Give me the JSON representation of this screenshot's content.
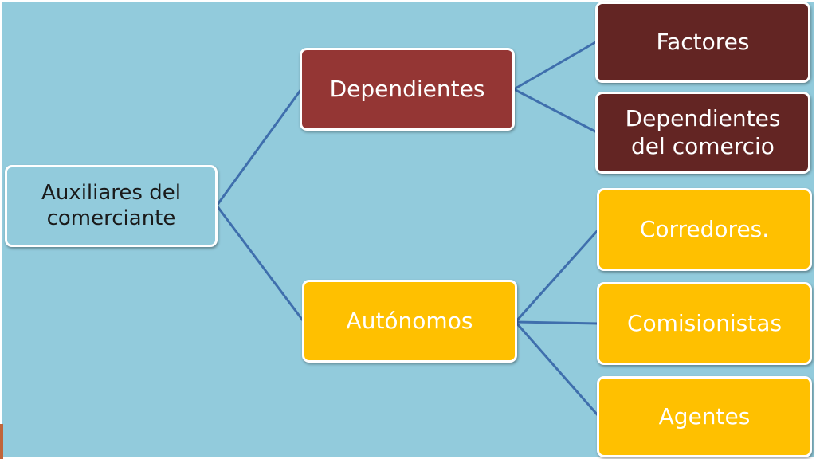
{
  "diagram": {
    "root": {
      "label": "Auxiliares del\ncomerciante"
    },
    "branches": [
      {
        "label": "Dependientes",
        "children": [
          "Factores",
          "Dependientes\ndel comercio"
        ]
      },
      {
        "label": "Autónomos",
        "children": [
          "Corredores.",
          "Comisionistas",
          "Agentes"
        ]
      }
    ]
  },
  "colors": {
    "background": "#92cbdc",
    "dependientes": "#943634",
    "dependientes_children": "#632523",
    "autonomos": "#ffc000",
    "connector": "#3f6fad"
  }
}
